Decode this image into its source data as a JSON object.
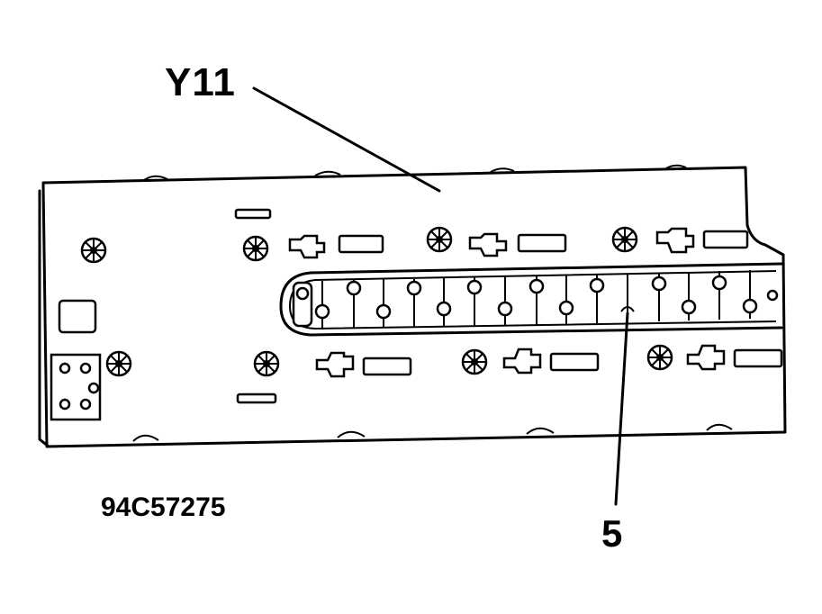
{
  "diagram": {
    "component_label": "Y11",
    "pointer_label": "5",
    "figure_code": "94C57275"
  },
  "colors": {
    "line": "#000000",
    "background": "#ffffff"
  }
}
